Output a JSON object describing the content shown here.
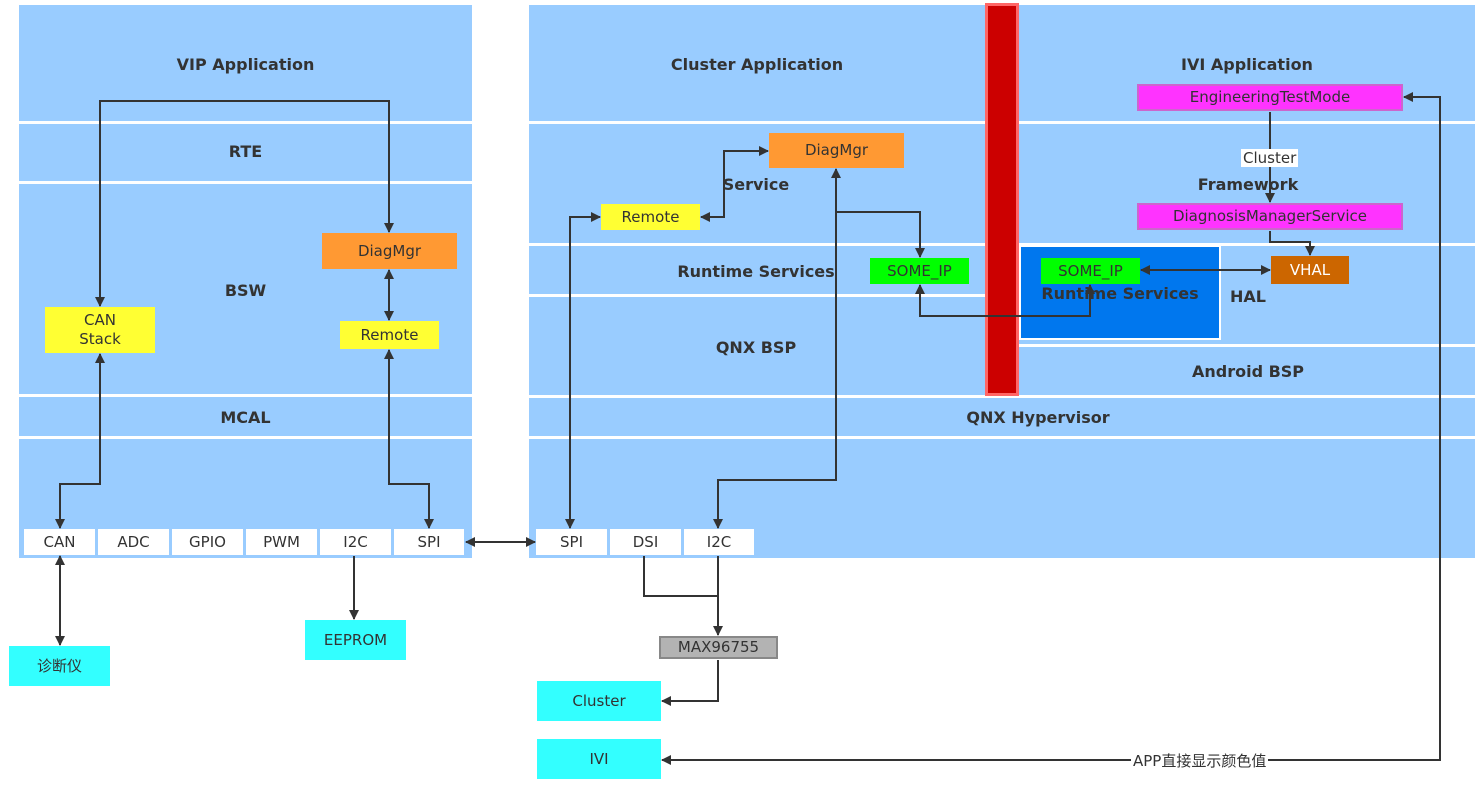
{
  "vip": {
    "layers": {
      "application": "VIP Application",
      "rte": "RTE",
      "bsw": "BSW",
      "mcal": "MCAL"
    },
    "boxes": {
      "diagmgr": "DiagMgr",
      "remote": "Remote",
      "can_stack": "CAN\nStack"
    },
    "ports": [
      "CAN",
      "ADC",
      "GPIO",
      "PWM",
      "I2C",
      "SPI"
    ]
  },
  "cluster": {
    "layers": {
      "application": "Cluster Application",
      "service": "Service",
      "runtime": "Runtime Services",
      "bsp": "QNX BSP"
    },
    "boxes": {
      "diagmgr": "DiagMgr",
      "remote": "Remote",
      "someip": "SOME_IP"
    },
    "ports": [
      "SPI",
      "DSI",
      "I2C"
    ]
  },
  "ivi": {
    "layers": {
      "application": "IVI Application",
      "framework": "Framework",
      "runtime": "Runtime Services",
      "hal": "HAL",
      "bsp": "Android  BSP"
    },
    "boxes": {
      "engineering": "EngineeringTestMode",
      "diagnosis": "DiagnosisManagerService",
      "someip": "SOME_IP",
      "vhal": "VHAL"
    }
  },
  "hypervisor": "QNX Hypervisor",
  "external": {
    "eeprom": "EEPROM",
    "diag_tool": "诊断仪",
    "max": "MAX96755",
    "cluster": "Cluster",
    "ivi": "IVI"
  },
  "edge_labels": {
    "cluster": "Cluster",
    "app_color": "APP直接显示颜色值"
  },
  "colors": {
    "layer": "#99ccff",
    "yellow": "#ffff33",
    "orange": "#ff9933",
    "green": "#00ff00",
    "magenta": "#ff33ff",
    "cyan": "#33ffff",
    "hypervisor_divider": "#cc0000"
  }
}
